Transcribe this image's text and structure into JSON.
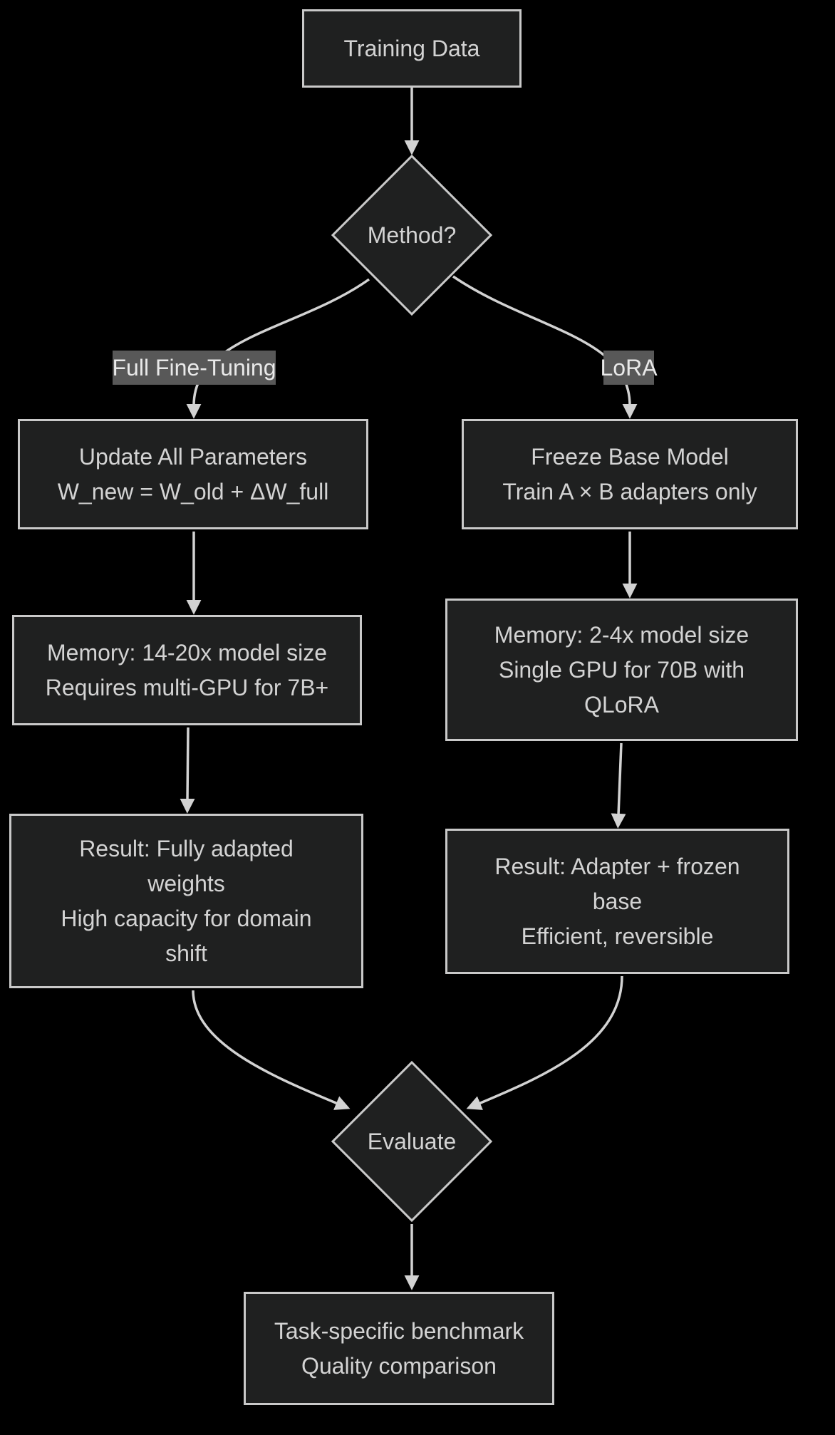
{
  "diagram": {
    "type": "flowchart",
    "direction": "top-down",
    "background": "#000000"
  },
  "colors": {
    "node_fill": "#1f2020",
    "node_border": "#c9c9c9",
    "node_text": "#d3d3d3",
    "edge_stroke": "#d2d2d2",
    "edge_label_bg": "#585858",
    "edge_label_text": "#e9e9e9"
  },
  "nodes": {
    "training": {
      "lines": [
        "Training Data"
      ]
    },
    "method": {
      "lines": [
        "Method?"
      ]
    },
    "update": {
      "lines": [
        "Update All Parameters",
        "W_new = W_old + ΔW_full"
      ]
    },
    "freeze": {
      "lines": [
        "Freeze Base Model",
        "Train A × B adapters only"
      ]
    },
    "mem_full": {
      "lines": [
        "Memory: 14-20x model size",
        "Requires multi-GPU for 7B+"
      ]
    },
    "mem_lora": {
      "lines": [
        "Memory: 2-4x model size",
        "Single GPU for 70B with",
        "QLoRA"
      ]
    },
    "res_full": {
      "lines": [
        "Result: Fully adapted",
        "weights",
        "High capacity for domain",
        "shift"
      ]
    },
    "res_lora": {
      "lines": [
        "Result: Adapter + frozen",
        "base",
        "Efficient, reversible"
      ]
    },
    "evaluate": {
      "lines": [
        "Evaluate"
      ]
    },
    "benchmark": {
      "lines": [
        "Task-specific benchmark",
        "Quality comparison"
      ]
    }
  },
  "edge_labels": {
    "full_fine_tuning": "Full Fine-Tuning",
    "lora": "LoRA"
  }
}
